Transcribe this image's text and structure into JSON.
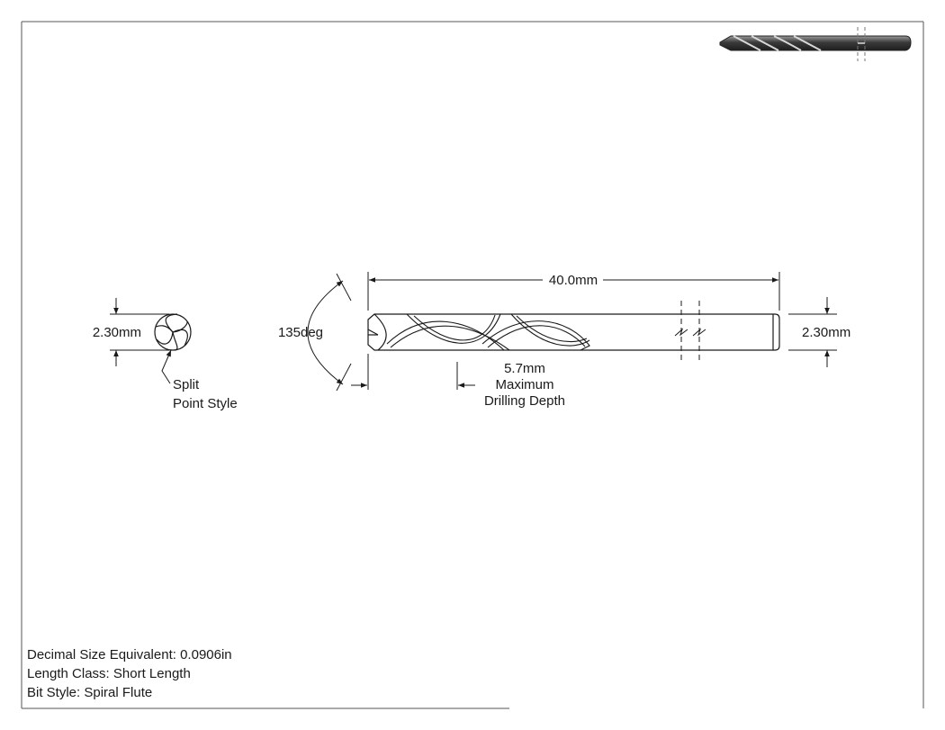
{
  "views": {
    "end": {
      "diameter_label": "2.30mm",
      "note_line1": "Split",
      "note_line2": "Point Style"
    },
    "side": {
      "point_angle_label": "135deg",
      "overall_length_label": "40.0mm",
      "shank_diameter_label": "2.30mm",
      "drilling_depth_value": "5.7mm",
      "drilling_depth_line1": "Maximum",
      "drilling_depth_line2": "Drilling Depth"
    }
  },
  "specs": [
    {
      "label": "Decimal Size Equivalent:",
      "value": "0.0906in"
    },
    {
      "label": "Length Class:",
      "value": "Short Length"
    },
    {
      "label": "Bit Style:",
      "value": "Spiral Flute"
    }
  ]
}
